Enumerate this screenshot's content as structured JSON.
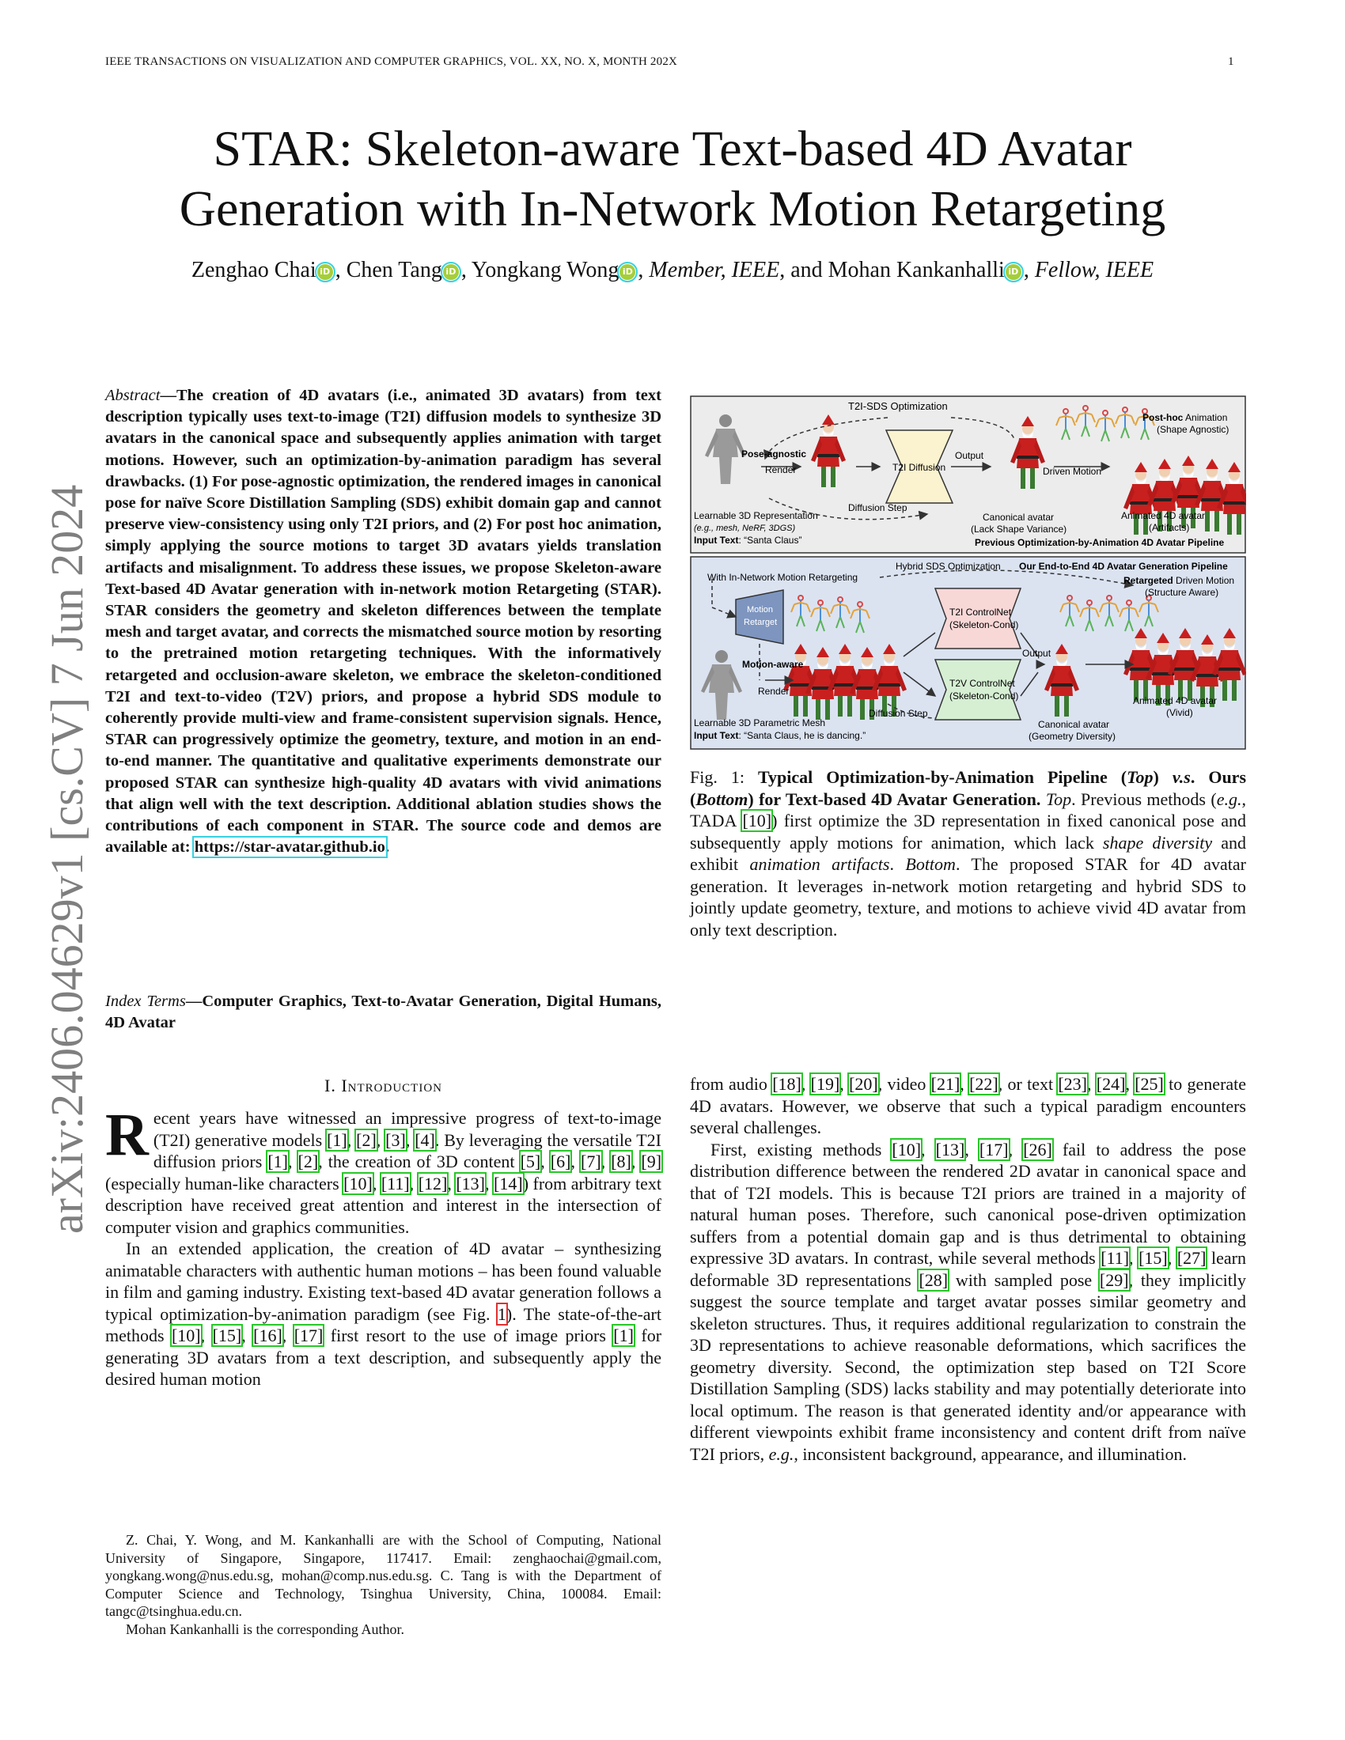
{
  "header": {
    "running_head": "IEEE TRANSACTIONS ON VISUALIZATION AND COMPUTER GRAPHICS, VOL. XX, NO. X, MONTH 202X",
    "page_number": "1"
  },
  "title": {
    "line1": "STAR: Skeleton-aware Text-based 4D Avatar",
    "line2": "Generation with In-Network Motion Retargeting"
  },
  "authors": {
    "a1": "Zenghao Chai",
    "a2": "Chen Tang",
    "a3": "Yongkang Wong",
    "a3_role": "Member, IEEE",
    "and": ", and ",
    "a4": "Mohan Kankanhalli",
    "a4_role": "Fellow, IEEE",
    "orcid_glyph": "iD"
  },
  "arxiv_stamp": "arXiv:2406.04629v1  [cs.CV]  7 Jun 2024",
  "abstract": {
    "lead": "Abstract",
    "body": "—The creation of 4D avatars (i.e., animated 3D avatars) from text description typically uses text-to-image (T2I) diffusion models to synthesize 3D avatars in the canonical space and subsequently applies animation with target motions. However, such an optimization-by-animation paradigm has several drawbacks. (1) For pose-agnostic optimization, the rendered images in canonical pose for naïve Score Distillation Sampling (SDS) exhibit domain gap and cannot preserve view-consistency using only T2I priors, and (2) For post hoc animation, simply applying the source motions to target 3D avatars yields translation artifacts and misalignment. To address these issues, we propose Skeleton-aware Text-based 4D Avatar generation with in-network motion Retargeting (STAR). STAR considers the geometry and skeleton differences between the template mesh and target avatar, and corrects the mismatched source motion by resorting to the pretrained motion retargeting techniques. With the informatively retargeted and occlusion-aware skeleton, we embrace the skeleton-conditioned T2I and text-to-video (T2V) priors, and propose a hybrid SDS module to coherently provide multi-view and frame-consistent supervision signals. Hence, STAR can progressively optimize the geometry, texture, and motion in an end-to-end manner. The quantitative and qualitative experiments demonstrate our proposed STAR can synthesize high-quality 4D avatars with vivid animations that align well with the text description. Additional ablation studies shows the contributions of each component in STAR. The source code and demos are available at: ",
    "url": "https://star-avatar.github.io",
    "end": "."
  },
  "index_terms": {
    "lead": "Index Terms",
    "body": "—Computer Graphics, Text-to-Avatar Generation, Digital Humans, 4D Avatar"
  },
  "section": {
    "heading": "I. Introduction"
  },
  "intro_left": {
    "dropcap": "R",
    "p1_a": "ecent years have witnessed an impressive progress of text-to-image (T2I) generative models ",
    "p1_b": ". By leveraging the versatile T2I diffusion priors ",
    "p1_c": ", the creation of 3D content ",
    "p1_d": " (especially human-like characters ",
    "p1_e": ") from arbitrary text description have received great attention and interest in the intersection of computer vision and graphics communities.",
    "p2_a": "In an extended application, the creation of 4D avatar – synthesizing animatable characters with authentic human motions – has been found valuable in film and gaming industry. Existing text-based 4D avatar generation follows a typical optimization-by-animation paradigm (see Fig. ",
    "p2_b": "). The state-of-the-art methods ",
    "p2_c": " first resort to the use of image priors ",
    "p2_d": " for generating 3D avatars from a text description, and subsequently apply the desired human motion"
  },
  "cites": {
    "c1": "[1]",
    "c2": "[2]",
    "c3": "[3]",
    "c4": "[4]",
    "c5": "[5]",
    "c6": "[6]",
    "c7": "[7]",
    "c8": "[8]",
    "c9": "[9]",
    "c10": "[10]",
    "c11": "[11]",
    "c12": "[12]",
    "c13": "[13]",
    "c14": "[14]",
    "c15": "[15]",
    "c16": "[16]",
    "c17": "[17]",
    "c18": "[18]",
    "c19": "[19]",
    "c20": "[20]",
    "c21": "[21]",
    "c22": "[22]",
    "c23": "[23]",
    "c24": "[24]",
    "c25": "[25]",
    "c26": "[26]",
    "c27": "[27]",
    "c28": "[28]",
    "c29": "[29]",
    "fig1": "1",
    "sep": ", ",
    "or": ", or "
  },
  "footnote": {
    "p1": "Z. Chai, Y. Wong, and M. Kankanhalli are with the School of Computing, National University of Singapore, Singapore, 117417. Email: zenghaochai@gmail.com, yongkang.wong@nus.edu.sg, mohan@comp.nus.edu.sg. C. Tang is with the Department of Computer Science and Technology, Tsinghua University, China, 100084. Email: tangc@tsinghua.edu.cn.",
    "p2": "Mohan Kankanhalli is the corresponding Author."
  },
  "figure": {
    "top": {
      "sds_label": "T2I-SDS Optimization",
      "pose_agnostic": "Pose-agnostic",
      "render": "Render",
      "diffusion_box": "T2I Diffusion",
      "output": "Output",
      "diffusion_step": "Diffusion Step",
      "learnable_rep": "Learnable 3D Representation",
      "learnable_rep_sub": "(e.g., mesh, NeRF, 3DGS)",
      "input_text_label": "Input Text",
      "input_text": ": “Santa Claus”",
      "canonical": "Canonical avatar",
      "canonical_sub": "(Lack Shape Variance)",
      "driven_motion": "Driven Motion",
      "posthoc_bold": "Post-hoc",
      "posthoc_rest": " Animation",
      "posthoc_sub": "(Shape Agnostic)",
      "animated": "Animated 4D avatar",
      "animated_sub": "(Artifacts)",
      "pipeline_title": "Previous Optimization-by-Animation 4D Avatar Pipeline"
    },
    "bottom": {
      "hybrid_label": "Hybrid SDS Optimization",
      "pipeline_title": "Our End-to-End 4D Avatar Generation Pipeline",
      "in_network": "With In-Network Motion Retargeting",
      "motion_retarget_1": "Motion",
      "motion_retarget_2": "Retarget",
      "retargeted_bold": "Retargeted",
      "retargeted_rest": " Driven Motion",
      "retargeted_sub": "(Structure Aware)",
      "t2i_cn_1": "T2I ControlNet",
      "t2i_cn_2": "(Skeleton-Cond)",
      "t2v_cn_1": "T2V ControlNet",
      "t2v_cn_2": "(Skeleton-Cond)",
      "output": "Output",
      "motion_aware": "Motion-aware",
      "render": "Render",
      "diffusion_step": "Diffusion Step",
      "learnable_mesh": "Learnable 3D Parametric Mesh",
      "input_text_label": "Input Text",
      "input_text": ": “Santa Claus, he is dancing.”",
      "canonical": "Canonical avatar",
      "canonical_sub": "(Geometry Diversity)",
      "animated": "Animated 4D avatar",
      "animated_sub": "(Vivid)"
    },
    "colors": {
      "top_bg": "#ececec",
      "bottom_bg": "#dbe3f1",
      "t2i_box": "#fbf2cf",
      "t2i_cn_box": "#f8d7d7",
      "t2v_cn_box": "#d6efd3",
      "retarget_box": "#7d95bf"
    }
  },
  "caption": {
    "label": "Fig. 1: ",
    "bold1": "Typical Optimization-by-Animation Pipeline (",
    "bold_top": "Top",
    "bold2": ") ",
    "bold_vs": "v.s",
    "bold3": ". Ours (",
    "bold_bottom": "Bottom",
    "bold4": ") for Text-based 4D Avatar Generation.",
    "top": "Top",
    "t1": ". Previous methods (",
    "eg": "e.g.",
    "t2": ", TADA ",
    "t3": ") first optimize the 3D representation in fixed canonical pose and subsequently apply motions for animation, which lack ",
    "shape": "shape diversity",
    "t4": " and exhibit ",
    "anim": "animation artifacts",
    "t5": ". ",
    "bottom": "Bottom",
    "t6": ". The proposed STAR for 4D avatar generation. It leverages in-network motion retargeting and hybrid SDS to jointly update geometry, texture, and motions to achieve vivid 4D avatar from only text description."
  },
  "intro_right": {
    "p1_a": "from audio ",
    "p1_b": ", video ",
    "p1_c": ", or text ",
    "p1_d": " to generate 4D avatars. However, we observe that such a typical paradigm encounters several challenges.",
    "p2_a": "First, existing methods ",
    "p2_b": " fail to address the pose distribution difference between the rendered 2D avatar in canonical space and that of T2I models. This is because T2I priors are trained in a majority of natural human poses. Therefore, such canonical pose-driven optimization suffers from a potential domain gap and is thus detrimental to obtaining expressive 3D avatars. In contrast, while several methods ",
    "p2_c": " learn deformable 3D representations ",
    "p2_d": " with sampled pose ",
    "p2_e": ", they implicitly suggest the source template and target avatar posses similar geometry and skeleton structures. Thus, it requires additional regularization to constrain the 3D representations to achieve reasonable deformations, which sacrifices the geometry diversity. Second, the optimization step based on T2I Score Distillation Sampling (SDS) lacks stability and may potentially deteriorate into local optimum. The reason is that generated identity and/or appearance with different viewpoints exhibit frame inconsistency and content drift from naïve T2I priors, ",
    "eg": "e.g.",
    "p2_f": ", inconsistent background, appearance, and illumination."
  }
}
